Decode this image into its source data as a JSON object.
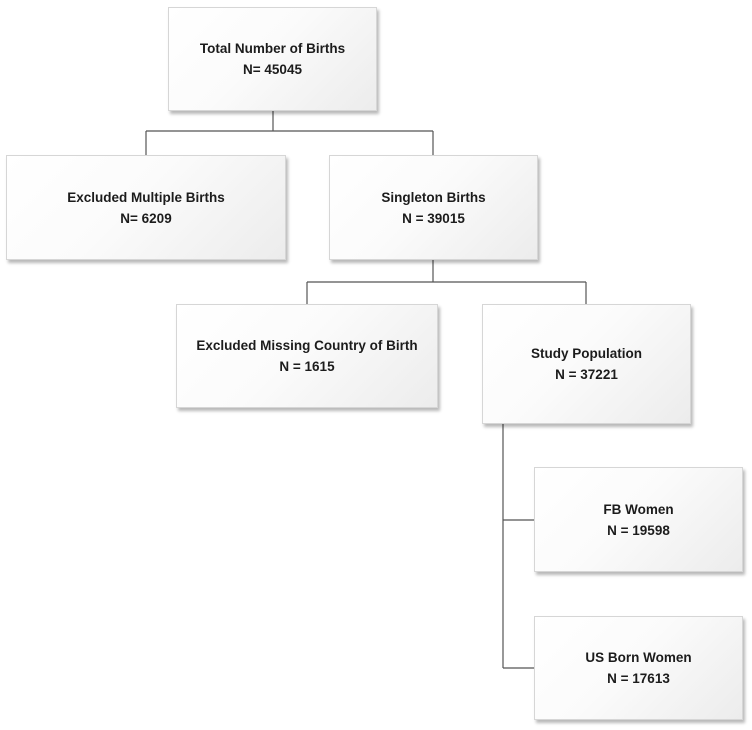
{
  "boxes": {
    "total": {
      "title": "Total Number of Births",
      "count": "N= 45045"
    },
    "excluded_multiple": {
      "title": "Excluded Multiple Births",
      "count": "N= 6209"
    },
    "singleton": {
      "title": "Singleton Births",
      "count": "N = 39015"
    },
    "excluded_missing": {
      "title": "Excluded Missing Country of Birth",
      "count": "N = 1615"
    },
    "study_population": {
      "title": "Study Population",
      "count": "N = 37221"
    },
    "fb_women": {
      "title": "FB Women",
      "count": "N = 19598"
    },
    "us_born_women": {
      "title": "US Born Women",
      "count": "N = 17613"
    }
  }
}
